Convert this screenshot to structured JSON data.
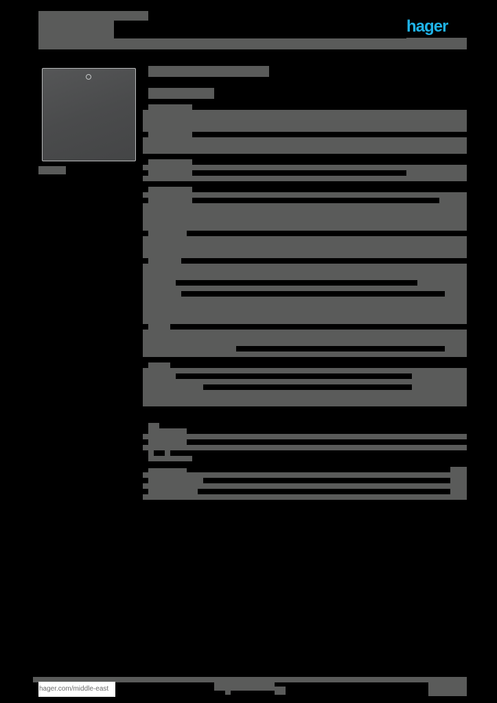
{
  "header": {
    "brand_logo": "hager",
    "brand_color": "#1fb3e8"
  },
  "product": {
    "image_alt": "product-plate-image"
  },
  "footer": {
    "website": "hager.com/middle-east"
  },
  "colors": {
    "redaction_block": "#5a5b5a",
    "background": "#000000"
  }
}
